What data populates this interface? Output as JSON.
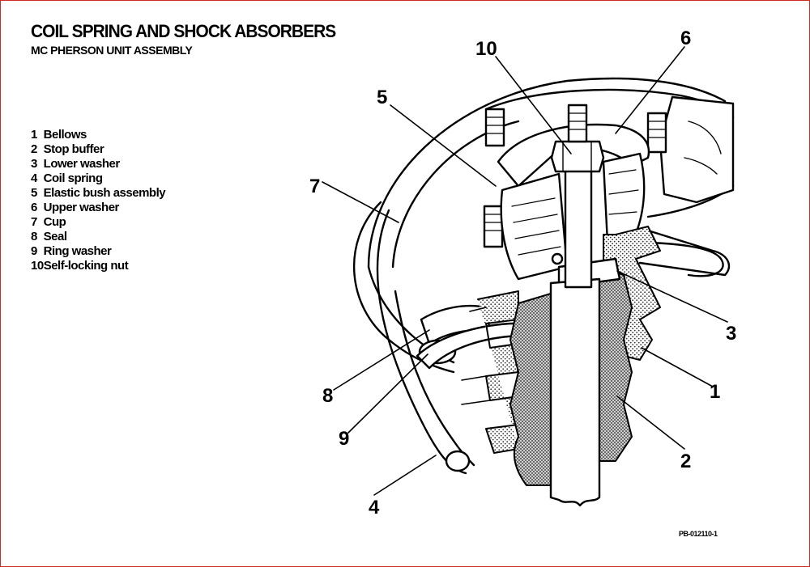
{
  "title": "COIL SPRING AND SHOCK ABSORBERS",
  "subtitle": "MC PHERSON UNIT ASSEMBLY",
  "legend": [
    {
      "num": "1",
      "label": "Bellows"
    },
    {
      "num": "2",
      "label": "Stop buffer"
    },
    {
      "num": "3",
      "label": "Lower washer"
    },
    {
      "num": "4",
      "label": "Coil spring"
    },
    {
      "num": "5",
      "label": "Elastic bush assembly"
    },
    {
      "num": "6",
      "label": "Upper washer"
    },
    {
      "num": "7",
      "label": "Cup"
    },
    {
      "num": "8",
      "label": "Seal"
    },
    {
      "num": "9",
      "label": "Ring washer"
    },
    {
      "num": "10",
      "label": "Self-locking nut"
    }
  ],
  "callouts": {
    "c1": "1",
    "c2": "2",
    "c3": "3",
    "c4": "4",
    "c5": "5",
    "c6": "6",
    "c7": "7",
    "c8": "8",
    "c9": "9",
    "c10": "10"
  },
  "figure_code": "PB-012110-1",
  "colors": {
    "frame": "#d0281e",
    "ink": "#000000",
    "stipple": "#555555"
  }
}
